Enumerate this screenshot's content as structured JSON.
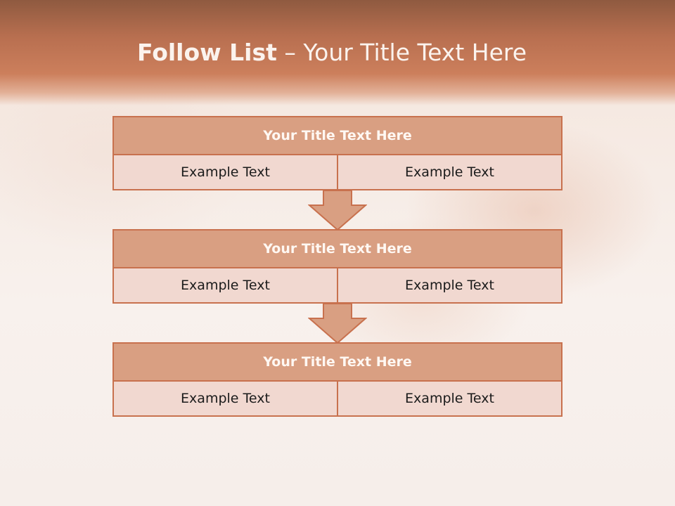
{
  "slide": {
    "title_bold": "Follow List",
    "title_rest": " – Your Title Text Here"
  },
  "steps": [
    {
      "title": "Your Title Text Here",
      "left": "Example Text",
      "right": "Example Text"
    },
    {
      "title": "Your Title Text Here",
      "left": "Example Text",
      "right": "Example Text"
    },
    {
      "title": "Your Title Text Here",
      "left": "Example Text",
      "right": "Example Text"
    }
  ],
  "colors": {
    "accent": "#c8714e",
    "title_fill": "#d99f82",
    "cell_fill": "#f1d8d0",
    "header": "#c47a58"
  },
  "icons": [
    "down-arrow-icon",
    "down-arrow-icon"
  ]
}
